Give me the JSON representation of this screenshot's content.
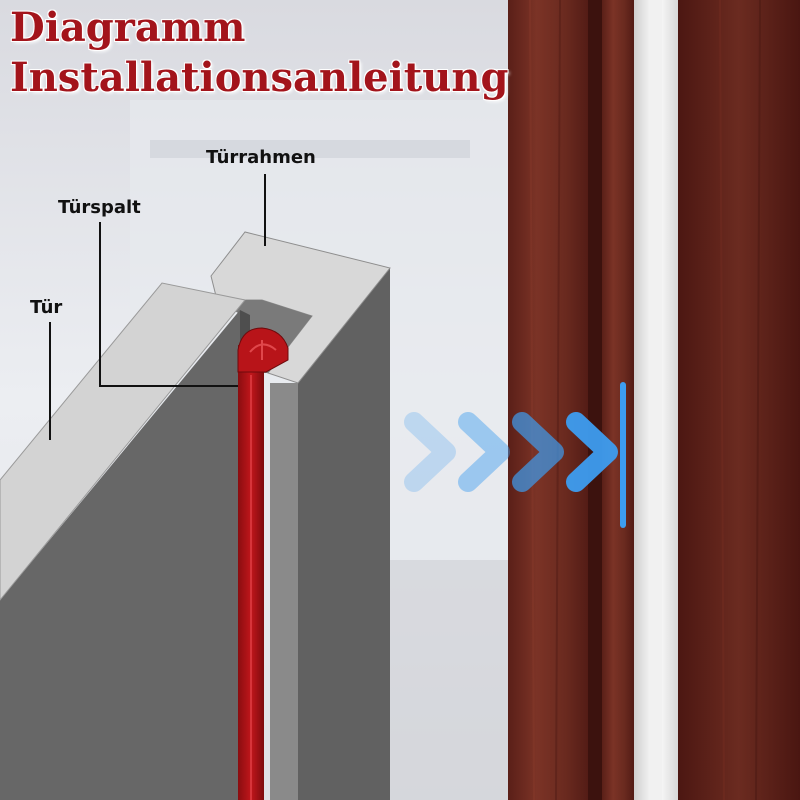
{
  "title": {
    "line1": "Diagramm",
    "line2": "Installationsanleitung"
  },
  "labels": {
    "door_frame": "Türrahmen",
    "door_gap": "Türspalt",
    "door": "Tür"
  },
  "colors": {
    "title": "#a3141b",
    "seal": "#b11318",
    "door_face": "#676767",
    "door_edge": "#d3d3d3",
    "wood": "#6f2a20",
    "arrows": "#3d9df0"
  },
  "icons": [
    "chevron-right-icon",
    "chevron-right-icon",
    "chevron-right-icon",
    "chevron-right-icon"
  ]
}
